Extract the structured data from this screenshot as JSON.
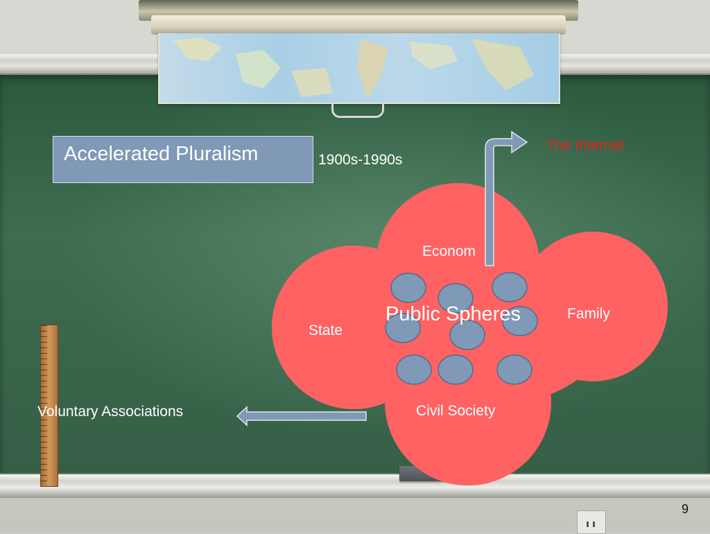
{
  "slide": {
    "title": "Accelerated Pluralism",
    "period": "1900s-1990s",
    "page_number": "9"
  },
  "diagram": {
    "center_label": "Public Spheres",
    "outer_labels": {
      "economy": "Econom",
      "family": "Family",
      "state": "State",
      "civil_society": "Civil Society"
    },
    "external_labels": {
      "internet": "The Internet",
      "voluntary_associations": "Voluntary Associations"
    },
    "colors": {
      "cloud": "#fe6262",
      "circle_fill": "#7f99b6",
      "title_box": "#7f99b6",
      "arrow": "#7f99b6",
      "internet_text": "#e8231f"
    }
  }
}
